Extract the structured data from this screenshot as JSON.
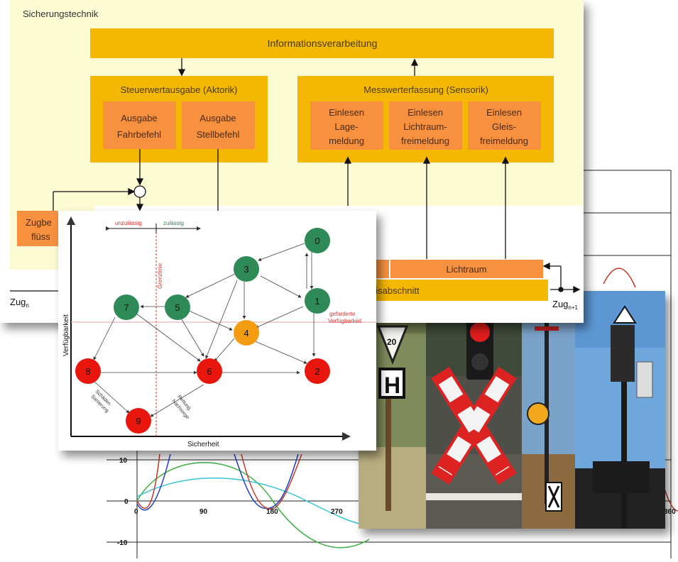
{
  "plot": {
    "y_ticks": [
      "10",
      "0",
      "-10"
    ],
    "x_ticks": [
      "0",
      "90",
      "180",
      "270",
      "360"
    ]
  },
  "sicherung": {
    "title": "Sicherungstechnik",
    "info": "Informationsverarbeitung",
    "steuer": "Steuerwertausgabe (Aktorik)",
    "ausgabe1": [
      "Ausgabe",
      "Fahrbefehl"
    ],
    "ausgabe2": [
      "Ausgabe",
      "Stellbefehl"
    ],
    "mess": "Messwerterfassung (Sensorik)",
    "ein1": [
      "Einlesen",
      "Lage-",
      "meldung"
    ],
    "ein2": [
      "Einlesen",
      "Lichtraum-",
      "freimeldung"
    ],
    "ein3": [
      "Einlesen",
      "Gleis-",
      "freimeldung"
    ],
    "zugbe": [
      "Zugbe",
      "flüss"
    ],
    "lichtraum": "Lichtraum",
    "gleis": "eisabschnitt",
    "zug_left": "Zug",
    "zug_left_sub": "n",
    "zug_right": "Zug",
    "zug_right_sub": "n+1"
  },
  "state": {
    "unzulaessig": "unzulässig",
    "zulaessig": "zulässig",
    "grenzlinie": "Grenzlinie",
    "verfuegbarkeit": "Verfügbarkeit",
    "sicherheit": "Sicherheit",
    "geforderte": [
      "geforderte",
      "Verfügbarkeit"
    ],
    "schaeden": [
      "Schäden",
      "Sanierung"
    ],
    "rettung": [
      "Rettung,",
      "Nachsorge"
    ],
    "nodes": [
      "0",
      "1",
      "3",
      "4",
      "5",
      "7",
      "6",
      "2",
      "8",
      "9"
    ],
    "colors": {
      "green": "#2e8b57",
      "orange": "#f39c12",
      "red": "#e8160c"
    }
  },
  "signals": {
    "speed_sign": "20",
    "h_sign": "H"
  }
}
